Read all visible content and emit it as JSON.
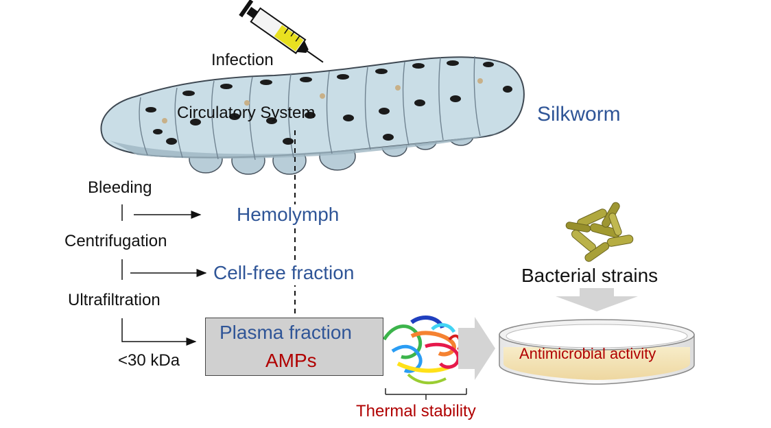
{
  "labels": {
    "infection": "Infection",
    "circulatory_system": "Circulatory System",
    "silkworm": "Silkworm",
    "bleeding": "Bleeding",
    "hemolymph": "Hemolymph",
    "centrifugation": "Centrifugation",
    "cell_free_fraction": "Cell-free fraction",
    "ultrafiltration": "Ultrafiltration",
    "cutoff": "<30 kDa",
    "plasma_fraction": "Plasma fraction",
    "amps": "AMPs",
    "thermal_stability": "Thermal stability",
    "bacterial_strains": "Bacterial strains",
    "antimicrobial_activity": "Antimicrobial activity"
  },
  "colors": {
    "process_text": "#2f5597",
    "amp_text": "#b00000",
    "step_text": "#111111",
    "silkworm_body": "#c9dde6",
    "silkworm_stripes": "#1b1b1b",
    "syringe_fluid": "#e8e020",
    "plate_agar": "#f3e2b2",
    "bacteria": "#a9a13a",
    "arrow_gray": "#d4d4d4"
  },
  "icons": [
    "syringe-icon",
    "silkworm-illustration",
    "protein-structure-icon",
    "bacteria-icon",
    "petri-dish-icon"
  ]
}
